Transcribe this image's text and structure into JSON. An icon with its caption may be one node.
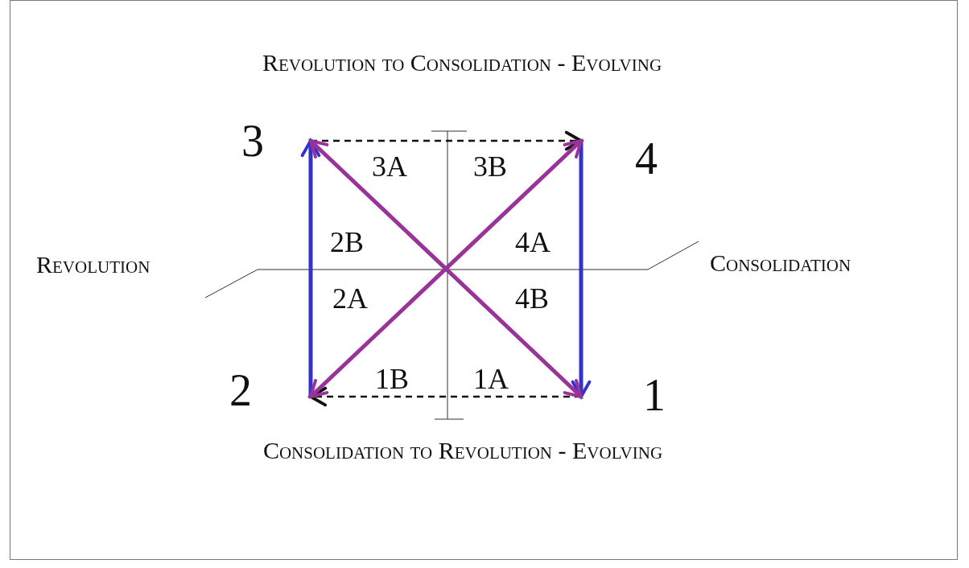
{
  "diagram": {
    "nodes": [
      {
        "text": [
          "3"
        ]
      },
      {
        "text": [
          "4"
        ]
      },
      {
        "text": [
          "2"
        ]
      },
      {
        "text": [
          "1"
        ]
      }
    ],
    "edges": [
      {
        "from": 0,
        "to": 1,
        "arrow": "to",
        "style": "dashed"
      },
      {
        "from": 1,
        "to": 3,
        "arrow": "to",
        "color": "#3333cc"
      },
      {
        "from": 3,
        "to": 2,
        "arrow": "to",
        "style": "dashed"
      },
      {
        "from": 2,
        "to": 0,
        "arrow": "to",
        "color": "#3333cc"
      },
      {
        "from": 0,
        "to": 3,
        "arrow": "both",
        "color": "#993399"
      },
      {
        "from": 2,
        "to": 1,
        "arrow": "both",
        "color": "#993399"
      }
    ],
    "labels": [
      "Revolution to Consolidation - Evolving",
      "3A",
      "3B",
      "2B",
      "4A",
      "Revolution",
      "Consolidation",
      "2A",
      "4B",
      "1B",
      "1A",
      "Consolidation to Revolution - Evolving"
    ]
  }
}
